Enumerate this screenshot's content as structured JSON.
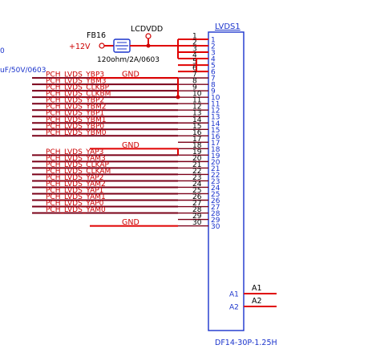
{
  "component": {
    "ref": "LVDS1",
    "part": "DF14-30P-1.25H",
    "pin_rows": 30,
    "outer_pins": [
      "1",
      "2",
      "3",
      "4",
      "5",
      "6",
      "7",
      "8",
      "9",
      "10",
      "11",
      "12",
      "13",
      "14",
      "15",
      "16",
      "17",
      "18",
      "19",
      "20",
      "21",
      "22",
      "23",
      "24",
      "25",
      "26",
      "27",
      "28",
      "29",
      "30"
    ],
    "inner_pins": [
      "1",
      "2",
      "3",
      "4",
      "5",
      "6",
      "7",
      "8",
      "9",
      "10",
      "11",
      "12",
      "13",
      "14",
      "15",
      "16",
      "17",
      "18",
      "19",
      "20",
      "21",
      "22",
      "23",
      "24",
      "25",
      "26",
      "27",
      "28",
      "29",
      "30"
    ],
    "shield_pins": [
      {
        "label": "A1",
        "net": "A1"
      },
      {
        "label": "A2",
        "net": "A2"
      }
    ]
  },
  "power": {
    "rail_label": "LCDVDD",
    "supply_label": "+12V",
    "ferrite_ref": "FB16",
    "ferrite_value": "120ohm/2A/0603",
    "left_partial_top": "0",
    "left_partial_cap": "uF/50V/0603"
  },
  "nets": [
    {
      "text": "PCH_LVDS_YBP3",
      "row": 7
    },
    {
      "text": "GND",
      "row": 7
    },
    {
      "text": "PCH_LVDS_YBM3",
      "row": 8
    },
    {
      "text": "PCH_LVDS_CLKBP",
      "row": 9
    },
    {
      "text": "PCH_LVDS_CLKBM",
      "row": 10
    },
    {
      "text": "PCH_LVDS_YBP2",
      "row": 11
    },
    {
      "text": "PCH_LVDS_YBM2",
      "row": 12
    },
    {
      "text": "PCH_LVDS_YBP1",
      "row": 13
    },
    {
      "text": "PCH_LVDS_YBM1",
      "row": 14
    },
    {
      "text": "PCH_LVDS_YBP0",
      "row": 15
    },
    {
      "text": "PCH_LVDS_YBM0",
      "row": 16
    },
    {
      "text": "GND",
      "row": 18
    },
    {
      "text": "PCH_LVDS_YAP3",
      "row": 19
    },
    {
      "text": "PCH_LVDS_YAM3",
      "row": 20
    },
    {
      "text": "PCH_LVDS_CLKAP",
      "row": 21
    },
    {
      "text": "PCH_LVDS_CLKAM",
      "row": 22
    },
    {
      "text": "PCH_LVDS_YAP2",
      "row": 23
    },
    {
      "text": "PCH_LVDS_YAM2",
      "row": 24
    },
    {
      "text": "PCH_LVDS_YAP1",
      "row": 25
    },
    {
      "text": "PCH_LVDS_YAM1",
      "row": 26
    },
    {
      "text": "PCH_LVDS_YAP0",
      "row": 27
    },
    {
      "text": "PCH_LVDS_YAM0",
      "row": 28
    },
    {
      "text": "GND",
      "row": 30
    }
  ],
  "colors": {
    "wire": "#e00000",
    "pin_wire": "#7a0018",
    "body": "#1a33cc",
    "net_text": "#cc0000",
    "power_text": "#000000",
    "pin_text": "#000000",
    "inner_text": "#1a33cc",
    "junction": "#cc0000"
  }
}
